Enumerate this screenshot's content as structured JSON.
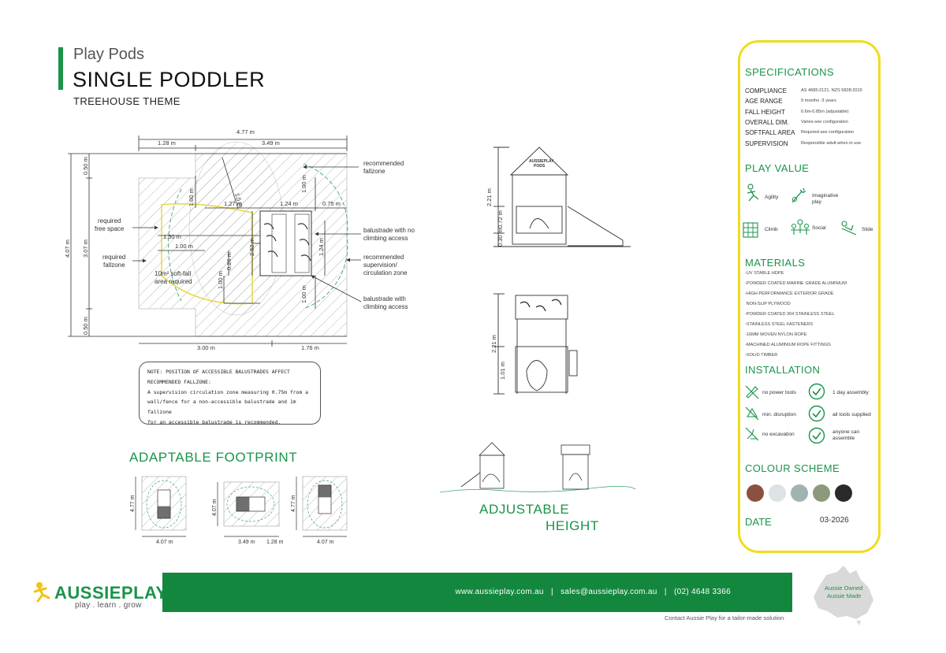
{
  "header": {
    "category": "Play Pods",
    "product": "SINGLE PODDLER",
    "theme": "TREEHOUSE THEME"
  },
  "plan": {
    "dims": {
      "overall_width": "4.77 m",
      "top_left": "1.28 m",
      "top_right": "3.49 m",
      "bottom_left": "3.00 m",
      "bottom_right": "1.76 m",
      "left_overall": "4.07 m",
      "left_inner": "3.07 m",
      "left_top": "0.50 m",
      "left_bottom": "0.50 m",
      "d_100_top": "1.00 m",
      "d_127": "1.27 m",
      "d_15": "1.5 m",
      "d_124_top": "1.24 m",
      "d_075": "0.75 m",
      "d_100_right_top": "1.00 m",
      "d_150": "1.50 m",
      "d_100_mid": "1.00 m",
      "d_252": "2.52 m",
      "d_026": "0.26 m",
      "d_100_left_low": "1.00 m",
      "d_124_right": "1.24 m",
      "d_100_right_bottom": "1.00 m"
    },
    "labels": {
      "free_space": "required\nfree space",
      "fallzone": "required\nfallzone",
      "soft_fall": "10m² soft-fall\narea required",
      "recommended_fallzone": "recommended\nfallzone",
      "balustrade_no_climb": "balustrade with no\nclimbing access",
      "supervision_zone": "recommended\nsupervision/\ncirculation zone",
      "balustrade_climb": "balustrade with\nclimbing access"
    }
  },
  "elevations": {
    "front_h1": "2.21 m",
    "front_h2": "0.72 m",
    "front_h3": "0.30 m",
    "side_h1": "2.21 m",
    "side_h2": "1.01 m",
    "roof_badge": "AUSSIEPLAY\nPODS"
  },
  "note": {
    "line1": "NOTE: POSITION OF ACCESSIBLE BALUSTRADES AFFECT",
    "line2": "RECOMMENDED FALLZONE:",
    "line3": "A supervision circulation zone measuring 0.75m from a",
    "line4": "wall/fence for a non-accessible balustrade and 1m fallzone",
    "line5": "for an accessible balustrade is recommended."
  },
  "footprint": {
    "title": "ADAPTABLE FOOTPRINT",
    "fp1_h": "4.77 m",
    "fp1_w": "4.07 m",
    "fp2_h": "4.07 m",
    "fp2_w1": "3.49 m",
    "fp2_w2": "1.28 m",
    "fp3_h": "4.77 m",
    "fp3_w": "4.07 m"
  },
  "adjustable": {
    "line1": "ADJUSTABLE",
    "line2": "HEIGHT"
  },
  "specifications": {
    "title": "SPECIFICATIONS",
    "rows": [
      {
        "label": "COMPLIANCE",
        "value": "AS 4685:2121, NZS 5828:2015"
      },
      {
        "label": "AGE RANGE",
        "value": "9 months -3 years"
      },
      {
        "label": "FALL HEIGHT",
        "value": "0.6m-0.85m (adjustable)"
      },
      {
        "label": "OVERALL DIM.",
        "value": "Varies-see configuration"
      },
      {
        "label": "SOFTFALL AREA",
        "value": "Required-see configuration"
      },
      {
        "label": "SUPERVISION",
        "value": "Responsible adult-when in use"
      }
    ]
  },
  "play_value": {
    "title": "PLAY VALUE",
    "items": [
      {
        "label": "Agility",
        "icon": "agility-icon"
      },
      {
        "label": "Imaginative\nplay",
        "icon": "imaginative-play-icon"
      },
      {
        "label": "Climb",
        "icon": "climb-icon"
      },
      {
        "label": "Social",
        "icon": "social-icon"
      },
      {
        "label": "Slide",
        "icon": "slide-icon"
      }
    ]
  },
  "materials": {
    "title": "MATERIALS",
    "items": [
      "-UV STABLE HDPE",
      "-POWDER COATED MARINE GRADE ALUMINIUM",
      "-HIGH PERFORMANCE EXTERIOR GRADE",
      " NON-SLIP PLYWOOD",
      "-POWDER COATED 304 STAINLESS STEEL",
      "-STAINLESS STEEL FASTENERS",
      "-16MM WOVEN NYLON ROPE",
      "-MACHINED ALUMINIUM ROPE FITTINGS",
      "-SOLID TIMBER"
    ]
  },
  "installation": {
    "title": "INSTALLATION",
    "items": [
      {
        "label": "no power tools",
        "icon": "no-power-tools-icon"
      },
      {
        "label": "1 day assembly",
        "icon": "check-icon"
      },
      {
        "label": "min. disruption",
        "icon": "min-disruption-icon"
      },
      {
        "label": "all tools supplied",
        "icon": "check-icon"
      },
      {
        "label": "no excavation",
        "icon": "no-excavation-icon"
      },
      {
        "label": "anyone can\nassemble",
        "icon": "check-icon"
      }
    ]
  },
  "colour_scheme": {
    "title": "COLOUR SCHEME",
    "colors": [
      "#8a5040",
      "#dde2e4",
      "#9fb4b0",
      "#8a9a7a",
      "#2a2a2a"
    ]
  },
  "date": {
    "label": "DATE",
    "value": "03-2026"
  },
  "footer": {
    "brand_a": "AUSSIE",
    "brand_b": "PLAY",
    "tagline": "play . learn . grow",
    "contact": "www.aussieplay.com.au   |   sales@aussieplay.com.au   |   (02) 4648 3366",
    "note": "Contact Aussie Play for a tailor-made solution",
    "badge_line1": "Aussie Owned",
    "badge_line2": "Aussie Made"
  },
  "colors": {
    "accent_green": "#19944a",
    "footer_green": "#14873f",
    "panel_yellow": "#f0dc1e"
  }
}
